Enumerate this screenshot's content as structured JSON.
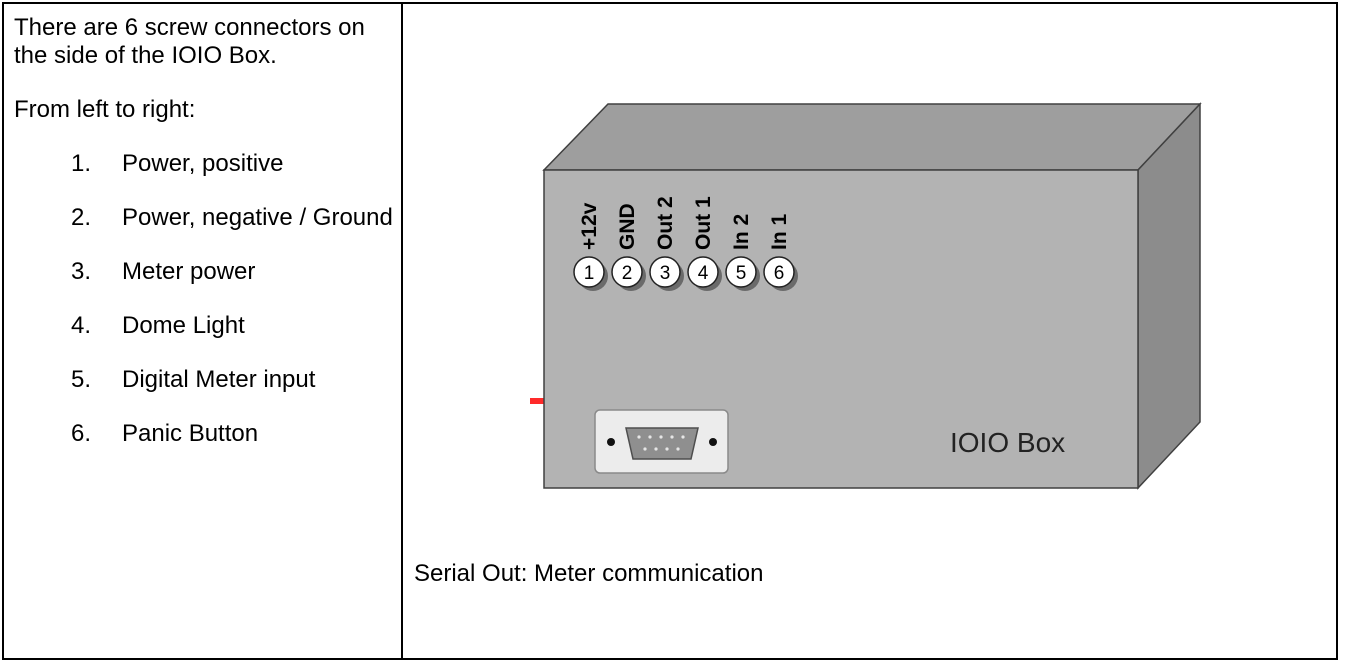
{
  "left": {
    "intro": "There are 6 screw connectors on the side of the IOIO Box.",
    "subhead": "From left to right:",
    "items": [
      {
        "num": "1.",
        "label": "Power, positive"
      },
      {
        "num": "2.",
        "label": "Power, negative / Ground"
      },
      {
        "num": "3.",
        "label": "Meter power"
      },
      {
        "num": "4.",
        "label": "Dome Light"
      },
      {
        "num": "5.",
        "label": "Digital Meter input"
      },
      {
        "num": "6.",
        "label": "Panic Button"
      }
    ]
  },
  "diagram": {
    "box_label": "IOIO Box",
    "box_front_color": "#b3b3b3",
    "box_top_color": "#9e9e9e",
    "box_side_color": "#8c8c8c",
    "wire_color": "#ff2a2a",
    "terminals": [
      {
        "label": "+12v",
        "number": "1"
      },
      {
        "label": "GND",
        "number": "2"
      },
      {
        "label": "Out 2",
        "number": "3"
      },
      {
        "label": "Out 1",
        "number": "4"
      },
      {
        "label": "In 2",
        "number": "5"
      },
      {
        "label": "In 1",
        "number": "6"
      }
    ],
    "connector": "db9-serial-port-icon"
  },
  "serial_caption": "Serial Out: Meter communication"
}
